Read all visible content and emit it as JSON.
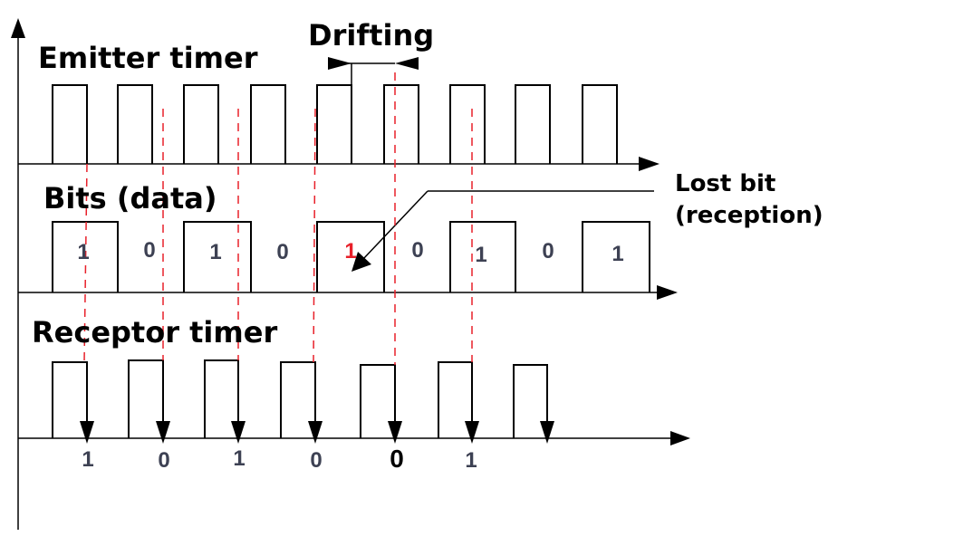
{
  "labels": {
    "emitter": "Emitter timer",
    "drifting": "Drifting",
    "bits": "Bits (data)",
    "lost_line1": "Lost bit",
    "lost_line2": "(reception)",
    "receptor": "Receptor timer"
  },
  "data_bits": [
    "1",
    "0",
    "1",
    "0",
    "1",
    "0",
    "1",
    "0",
    "1"
  ],
  "received_bits": [
    "1",
    "0",
    "1",
    "0",
    "0",
    "1"
  ],
  "colors": {
    "axis": "#000000",
    "drift_line": "#e8202a",
    "lost_bit": "#e8202a",
    "bit_text": "#3d4153",
    "received_lost_slot": "#000000"
  },
  "lost_bit_index": 4,
  "received_lost_index": 4
}
